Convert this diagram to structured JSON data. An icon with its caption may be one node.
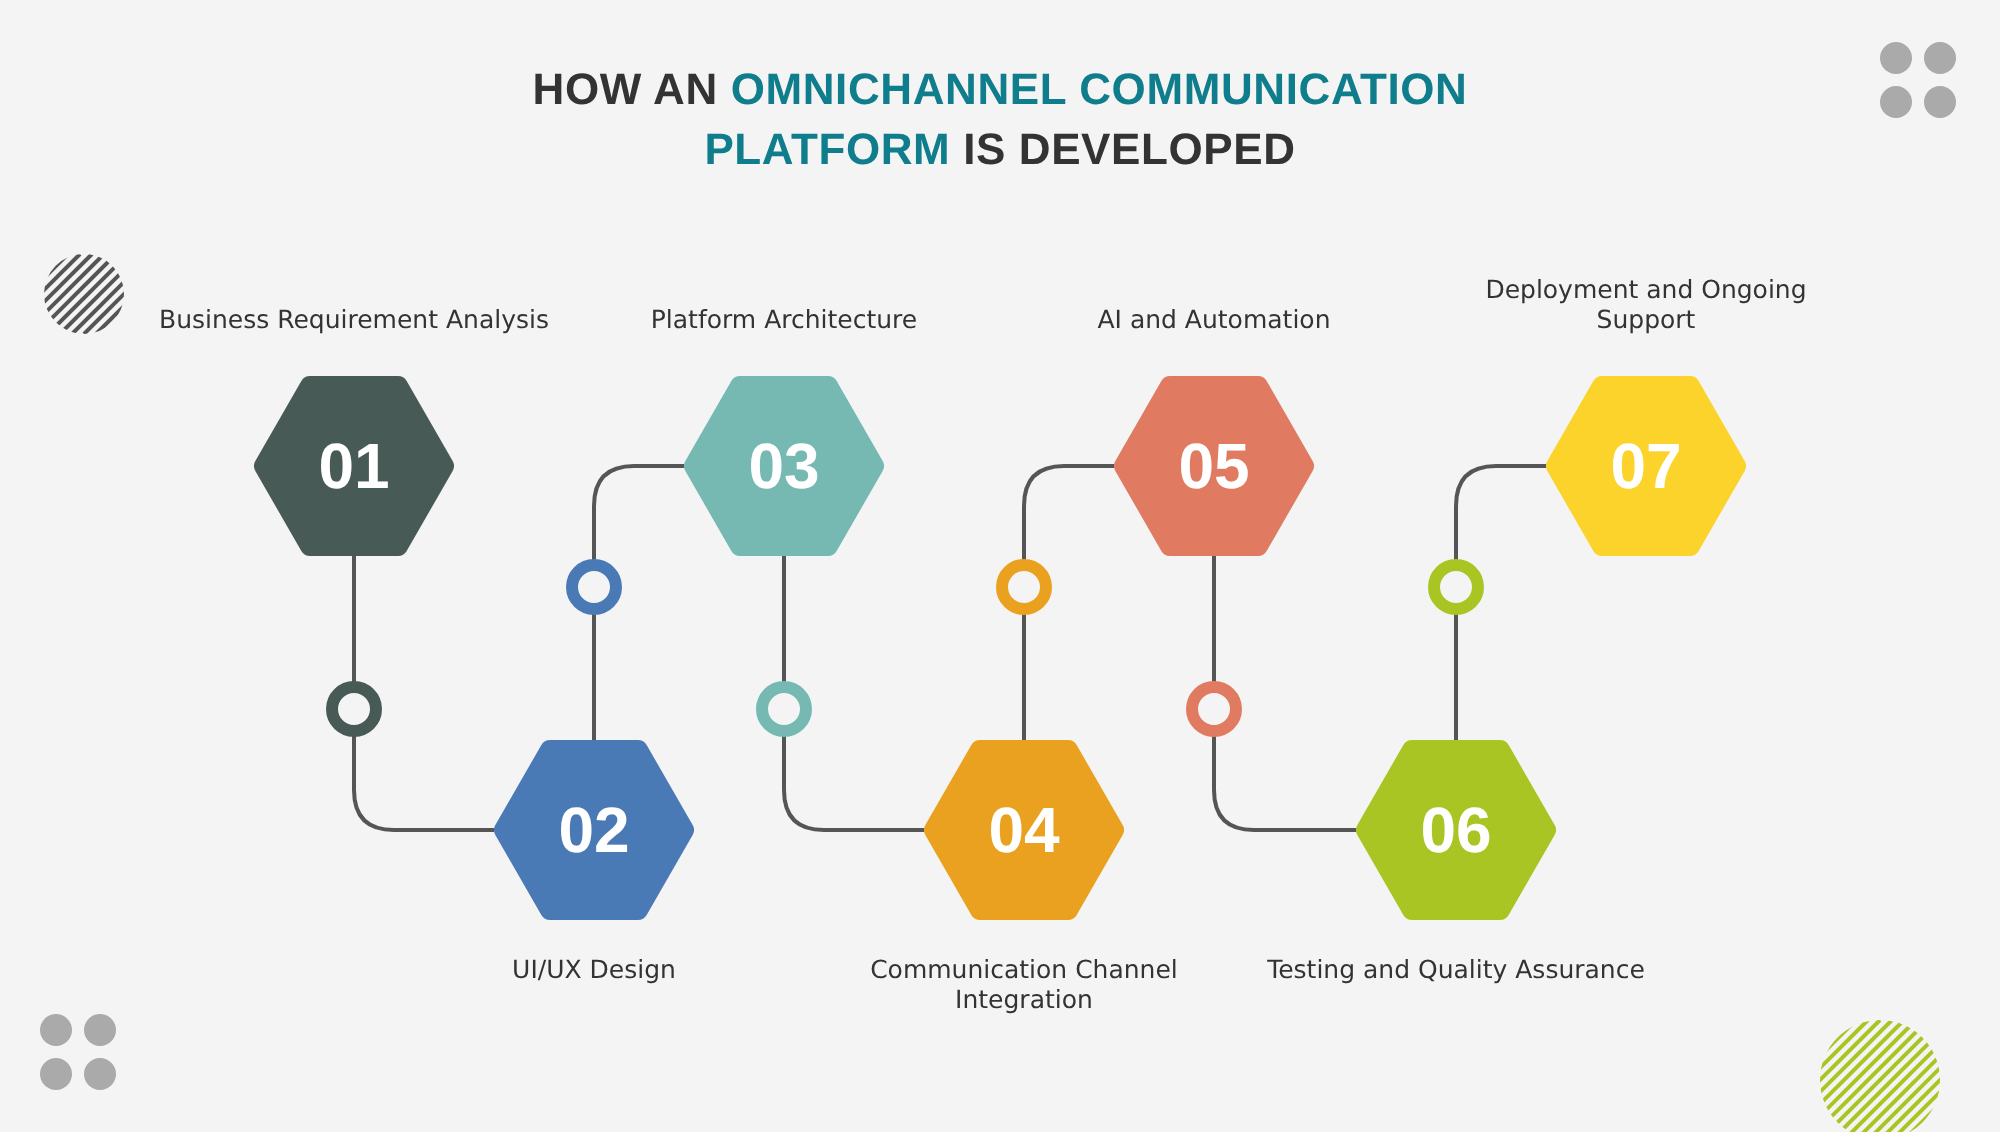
{
  "diagram": {
    "title": "HOW AN **OMNICHANNEL COMMUNICATION PLATFORM** IS DEVELOPED",
    "nodes": [
      {
        "text": [
          "01"
        ],
        "beside": [
          "Business Requirement Analysis"
        ]
      },
      {
        "text": [
          "02"
        ],
        "beside": [
          "UI/UX Design"
        ]
      },
      {
        "text": [
          "03"
        ],
        "beside": [
          "Platform Architecture"
        ]
      },
      {
        "text": [
          "04"
        ],
        "beside": [
          "Communication Channel Integration"
        ]
      },
      {
        "text": [
          "05"
        ],
        "beside": [
          "AI and Automation"
        ]
      },
      {
        "text": [
          "06"
        ],
        "beside": [
          "Testing and Quality Assurance"
        ]
      },
      {
        "text": [
          "07"
        ],
        "beside": [
          "Deployment and Ongoing Support"
        ]
      }
    ],
    "edges": [
      {
        "from": 0,
        "to": 1,
        "arrow": "none"
      },
      {
        "from": 1,
        "to": 2,
        "arrow": "none"
      },
      {
        "from": 2,
        "to": 3,
        "arrow": "none"
      },
      {
        "from": 3,
        "to": 4,
        "arrow": "none"
      },
      {
        "from": 4,
        "to": 5,
        "arrow": "none"
      },
      {
        "from": 5,
        "to": 6,
        "arrow": "none"
      }
    ]
  }
}
